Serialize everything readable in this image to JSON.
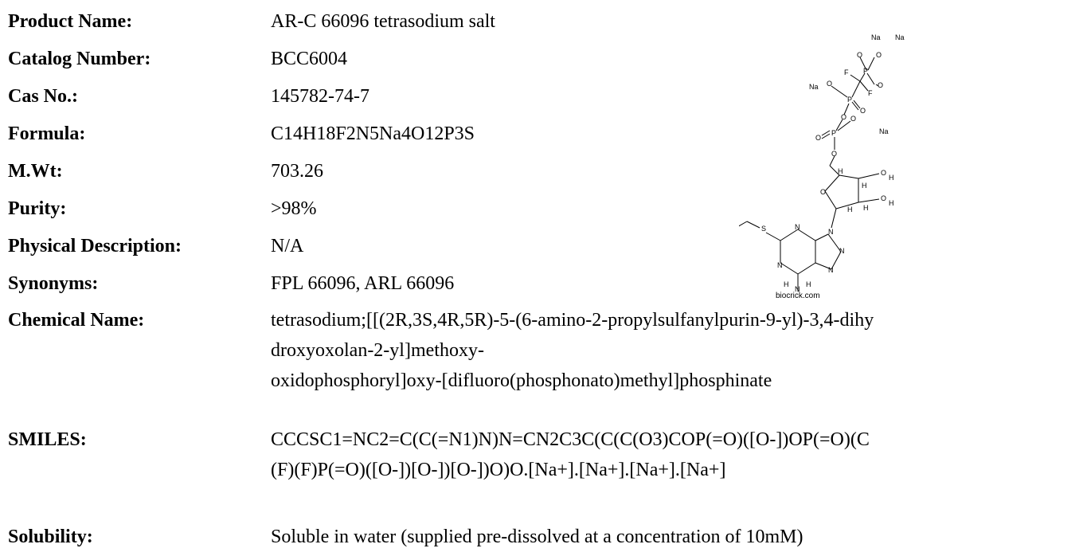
{
  "fields": [
    {
      "label": "Product Name:",
      "value": "AR-C 66096 tetrasodium salt"
    },
    {
      "label": "Catalog Number:",
      "value": "BCC6004"
    },
    {
      "label": "Cas No.:",
      "value": "145782-74-7"
    },
    {
      "label": "Formula:",
      "value": "C14H18F2N5Na4O12P3S"
    },
    {
      "label": "M.Wt:",
      "value": "703.26"
    },
    {
      "label": "Purity:",
      "value": ">98%"
    },
    {
      "label": "Physical Description:",
      "value": "N/A"
    },
    {
      "label": "Synonyms:",
      "value": "FPL 66096, ARL 66096"
    }
  ],
  "chemical_name": {
    "label": "Chemical Name:",
    "lines": [
      "tetrasodium;[[(2R,3S,4R,5R)-5-(6-amino-2-propylsulfanylpurin-9-yl)-3,4-dihy",
      "droxyoxolan-2-yl]methoxy-",
      "oxidophosphoryl]oxy-[difluoro(phosphonato)methyl]phosphinate"
    ]
  },
  "smiles": {
    "label": "SMILES:",
    "lines": [
      "CCCSC1=NC2=C(C(=N1)N)N=CN2C3C(C(C(O3)COP(=O)([O-])OP(=O)(C",
      "(F)(F)P(=O)([O-])[O-])[O-])O)O.[Na+].[Na+].[Na+].[Na+]"
    ]
  },
  "solubility": {
    "label": "Solubility:",
    "value": "Soluble in water (supplied pre-dissolved at a concentration of 10mM)"
  },
  "structure": {
    "watermark": "biocrick.com",
    "atoms": {
      "na1": "Na",
      "na2": "Na",
      "na3": "Na",
      "na4": "Na",
      "o": "O",
      "f": "F",
      "p": "P",
      "h": "H",
      "s": "S",
      "n": "N"
    }
  }
}
